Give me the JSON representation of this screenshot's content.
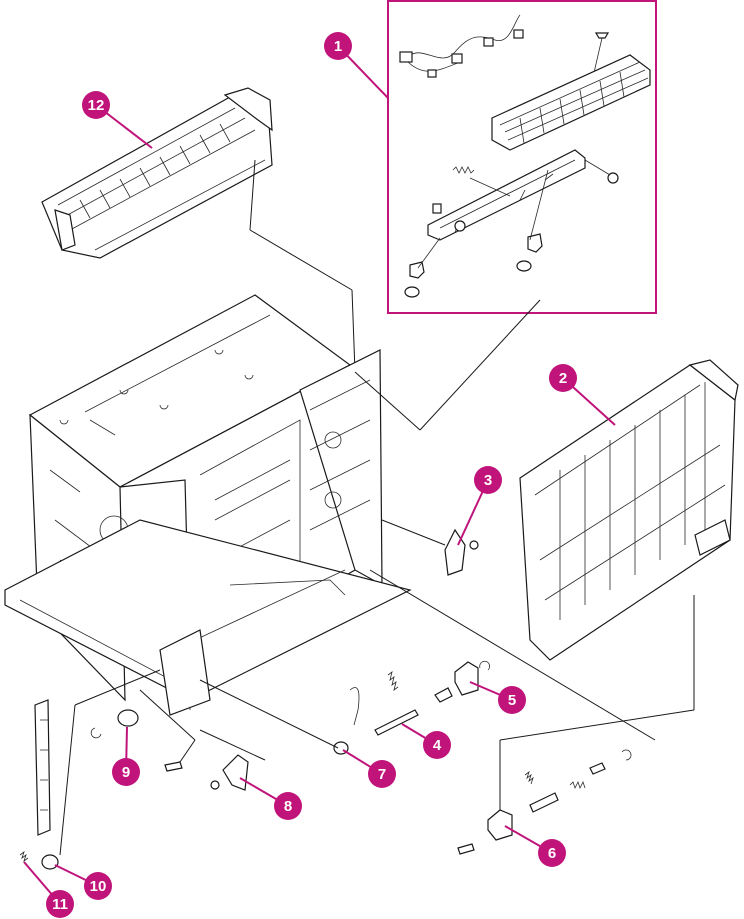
{
  "diagram": {
    "accent_color": "#c0147a",
    "callouts": [
      {
        "id": "1",
        "label": "1"
      },
      {
        "id": "2",
        "label": "2"
      },
      {
        "id": "3",
        "label": "3"
      },
      {
        "id": "4",
        "label": "4"
      },
      {
        "id": "5",
        "label": "5"
      },
      {
        "id": "6",
        "label": "6"
      },
      {
        "id": "7",
        "label": "7"
      },
      {
        "id": "8",
        "label": "8"
      },
      {
        "id": "9",
        "label": "9"
      },
      {
        "id": "10",
        "label": "10"
      },
      {
        "id": "11",
        "label": "11"
      },
      {
        "id": "12",
        "label": "12"
      }
    ]
  }
}
